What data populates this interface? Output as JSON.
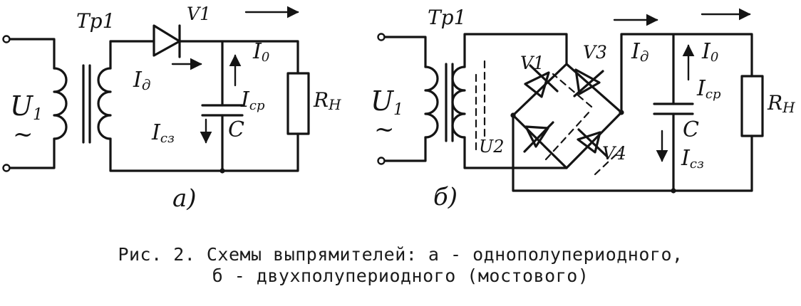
{
  "schematic_a": {
    "transformer": "Tp1",
    "input_voltage": "U",
    "input_voltage_sub": "1",
    "ac_symbol": "~",
    "diode": "V1",
    "diode_current": "I",
    "diode_current_sub": "д",
    "load_current": "I",
    "load_current_sub": "0",
    "cap_avg_current": "I",
    "cap_avg_current_sub": "cp",
    "cap_discharge_current": "I",
    "cap_discharge_current_sub": "cз",
    "capacitor": "C",
    "load": "R",
    "load_sub": "H",
    "label": "a)"
  },
  "schematic_b": {
    "transformer": "Tp1",
    "input_voltage": "U",
    "input_voltage_sub": "1",
    "ac_symbol": "~",
    "secondary_voltage": "U2",
    "diode_1": "V1",
    "diode_3": "V3",
    "diode_4": "V4",
    "diode_current": "I",
    "diode_current_sub": "д",
    "load_current": "I",
    "load_current_sub": "0",
    "cap_avg_current": "I",
    "cap_avg_current_sub": "cp",
    "cap_discharge_current": "I",
    "cap_discharge_current_sub": "cз",
    "capacitor": "C",
    "load": "R",
    "load_sub": "H",
    "label": "б)"
  },
  "caption": {
    "line1": "Рис. 2. Схемы выпрямителей: а - однополупериодного,",
    "line2": "б - двухполупериодного (мостового)"
  }
}
